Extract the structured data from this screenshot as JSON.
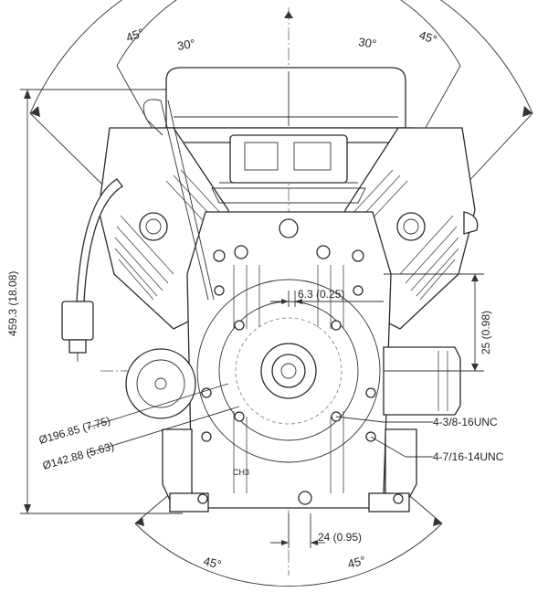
{
  "dimensions": {
    "overall_height": "459.3 (18.08)",
    "angle_top_left_outer": "45°",
    "angle_top_left_inner": "30°",
    "angle_top_right_inner": "30°",
    "angle_top_right_outer": "45°",
    "angle_bottom_left": "45°",
    "angle_bottom_right": "45°",
    "shaft_offset_horizontal": "6.3 (0.25)",
    "shaft_offset_vertical": "25 (0.98)",
    "bolt_circle_large": "Ø196.85 (7.75)",
    "bolt_circle_small": "Ø142.88 (5.63)",
    "mount_offset": "24 (0.95)"
  },
  "threads": {
    "upper": "4-3/8-16UNC",
    "lower": "4-7/16-14UNC"
  },
  "casting_mark": "CH3"
}
